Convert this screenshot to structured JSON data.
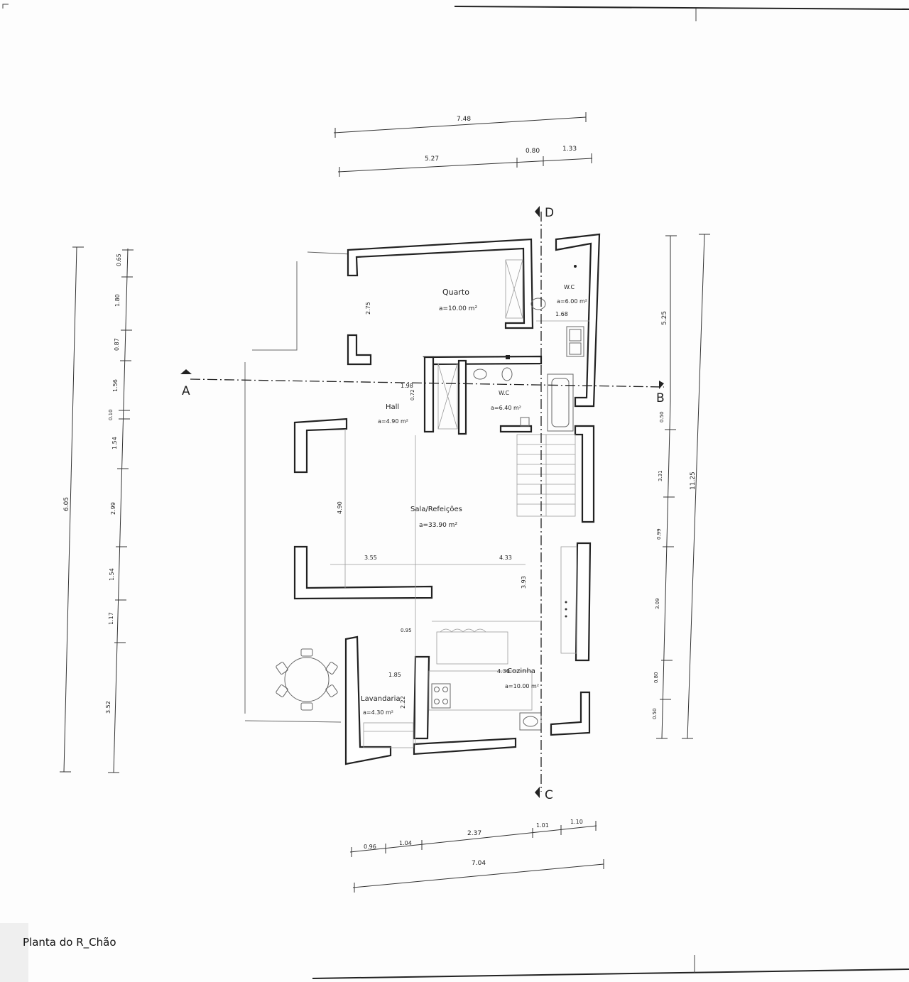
{
  "title": "Planta do R_Chão",
  "rooms": {
    "quarto": {
      "name": "Quarto",
      "area": "a=10.00 m²"
    },
    "wc1": {
      "name": "W.C",
      "area": "a=6.00 m²"
    },
    "wc2": {
      "name": "W.C",
      "area": "a=6.40 m²"
    },
    "hall": {
      "name": "Hall",
      "area": "a=4.90 m²"
    },
    "sala": {
      "name": "Sala/Refeições",
      "area": "a=33.90 m²"
    },
    "lavandaria": {
      "name": "Lavandaria",
      "area": "a=4.30 m²"
    },
    "cozinha": {
      "name": "Cozinha",
      "area": "a=10.00 m²"
    }
  },
  "sections": {
    "a": "A",
    "b": "B",
    "c": "C",
    "d": "D"
  },
  "dims": {
    "top_total": "7.48",
    "top_1": "5.27",
    "top_2": "0.80",
    "top_3": "1.33",
    "bottom_total": "7.04",
    "bottom_1": "0.96",
    "bottom_2": "1.04",
    "bottom_3": "2.37",
    "bottom_4": "1.01",
    "bottom_5": "1.10",
    "left_total": "6.05",
    "left_1": "0.65",
    "left_2": "1.80",
    "left_3": "0.87",
    "left_4": "1.56",
    "left_5": "0.10",
    "left_6": "1.54",
    "left_7": "2.99",
    "left_8": "1.54",
    "left_9": "1.17",
    "left_10": "3.52",
    "right_total": "11.25",
    "right_top": "5.25",
    "right_1": "0.50",
    "right_2": "3.31",
    "right_3": "0.99",
    "right_4": "3.09",
    "right_5": "0.80",
    "right_6": "0.50",
    "int_quarto_h": "2.75",
    "int_hall_w": "1.98",
    "int_hall_h": "0.72",
    "int_wc_w": "1.68",
    "int_sala_h": "4.90",
    "int_sala_w1": "3.55",
    "int_sala_w2": "4.33",
    "int_kitchen_h": "3.93",
    "int_lav_w": "1.85",
    "int_lav_h": "2.22",
    "int_coz_w": "4.30",
    "int_misc": "0.95"
  }
}
